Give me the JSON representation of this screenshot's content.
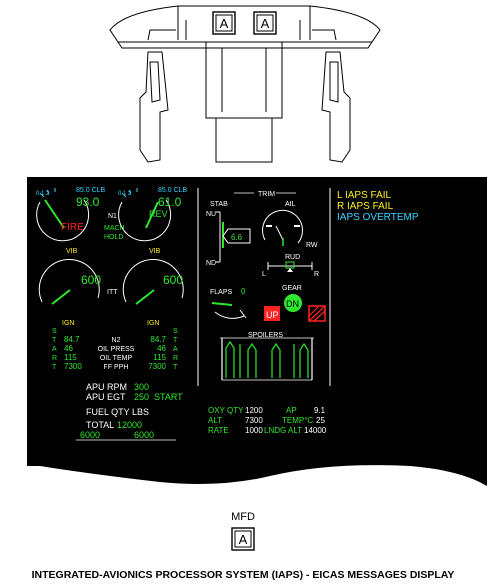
{
  "panel": {
    "ind_a1": "A",
    "ind_a2": "A"
  },
  "eicas": {
    "engine_left": {
      "clb": "85.0 CLB",
      "n1": "93.0",
      "fire": "FIRE",
      "vib": "VIB",
      "itt": "600",
      "ign": "IGN"
    },
    "engine_right": {
      "clb": "85.0 CLB",
      "n1": "61.0",
      "rev": "REV",
      "vib": "VIB",
      "itt": "600",
      "ign": "IGN"
    },
    "n1_label": "N1",
    "mach_hold": [
      "MACH",
      "HOLD"
    ],
    "itt_label": "ITT",
    "start_letters": [
      "S",
      "T",
      "A",
      "R",
      "T"
    ],
    "table": {
      "labels": [
        "N2",
        "OIL PRESS",
        "OIL TEMP",
        "FF PPH"
      ],
      "left": [
        "84.7",
        "46",
        "115",
        "7300"
      ],
      "right": [
        "84.7",
        "46",
        "115",
        "7300"
      ]
    },
    "apu": {
      "rpm_label": "APU RPM",
      "rpm": "300",
      "egt_label": "APU EGT",
      "egt": "250",
      "start": "START"
    },
    "fuel": {
      "title": "FUEL QTY LBS",
      "total_label": "TOTAL",
      "total": "12000",
      "left": "6000",
      "right": "6000"
    },
    "trim": {
      "title": "TRIM",
      "stab": "STAB",
      "nu": "NU",
      "nd": "ND",
      "stab_value": "6.6",
      "ail": "AIL",
      "rw": "RW",
      "rud": "RUD",
      "l": "L",
      "r": "R"
    },
    "flaps": {
      "label": "FLAPS",
      "value": "0"
    },
    "gear": {
      "label": "GEAR",
      "up": "UP",
      "dn": "DN"
    },
    "spoilers": "SPOILERS",
    "bottom": {
      "oxy_label": "OXY QTY",
      "oxy": "1200",
      "alt_label": "ALT",
      "alt": "7300",
      "rate_label": "RATE",
      "rate": "1000",
      "ap_label": "AP",
      "ap": "9.1",
      "temp_label": "TEMP°C",
      "temp": "25",
      "lndg_label": "LNDG ALT",
      "lndg": "14000"
    },
    "messages": [
      "L IAPS FAIL",
      "R IAPS FAIL",
      "IAPS OVERTEMP"
    ],
    "colors": {
      "green": "#2ee82e",
      "cyan": "#33d6ff",
      "white": "#ffffff",
      "yellow": "#ffee22",
      "red": "#ff2222"
    }
  },
  "mfd": {
    "label": "MFD",
    "ind": "A"
  },
  "caption": "INTEGRATED-AVIONICS PROCESSOR SYSTEM (IAPS) - EICAS MESSAGES DISPLAY"
}
